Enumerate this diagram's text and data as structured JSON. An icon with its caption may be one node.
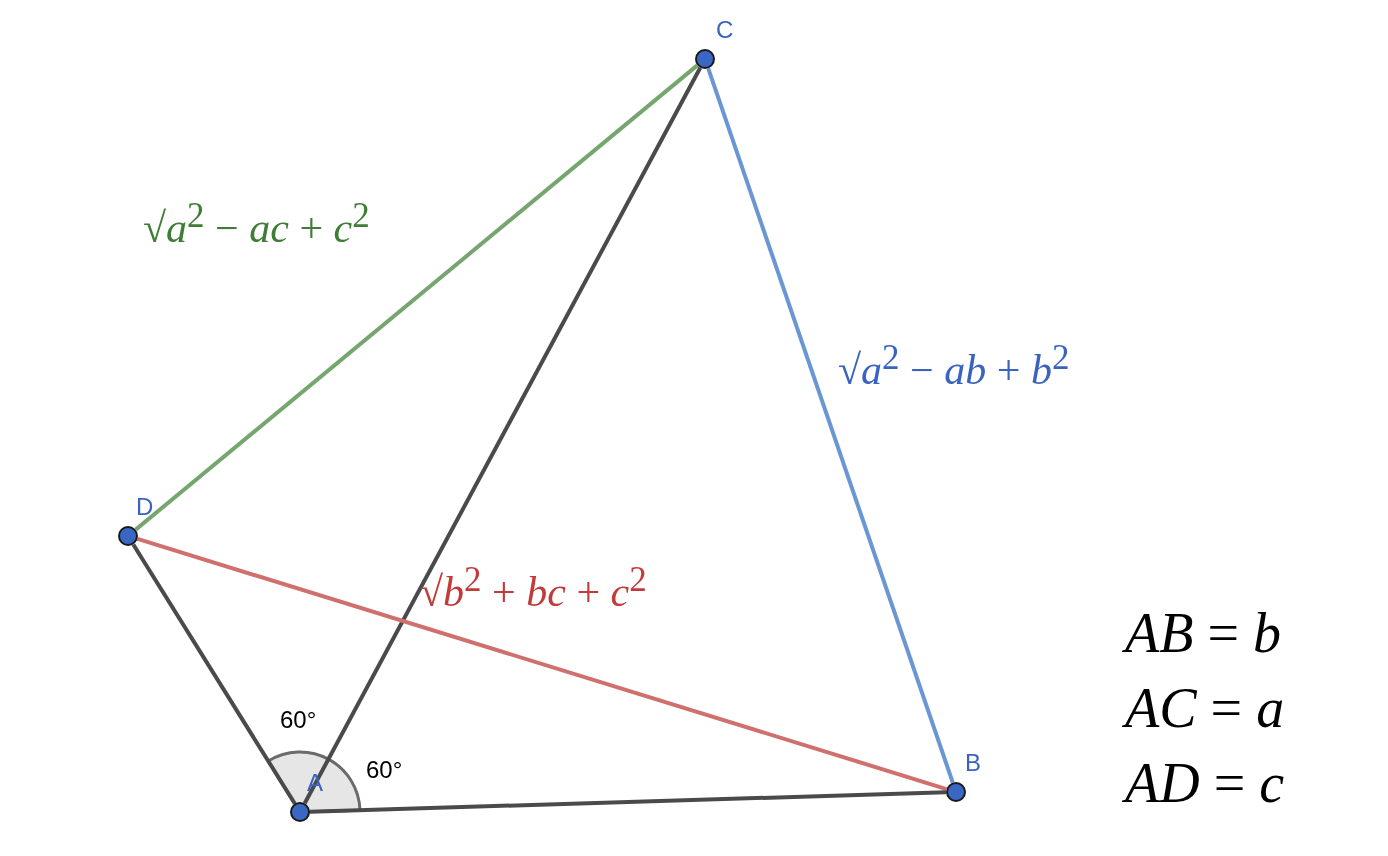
{
  "diagram": {
    "nodes": [
      {
        "text": [
          "C"
        ]
      },
      {
        "text": [
          "D"
        ]
      },
      {
        "text": [
          "A"
        ]
      },
      {
        "text": [
          "B"
        ]
      }
    ],
    "edges": [
      {
        "from": 0,
        "to": 1,
        "arrow": "none",
        "label": "√*a*$^{2}$ − *ac* + *c*$^{2}$",
        "color": "#76a56f"
      },
      {
        "from": 0,
        "to": 2,
        "arrow": "none"
      },
      {
        "from": 0,
        "to": 3,
        "arrow": "none",
        "label": "√*a*$^{2}$ − *ab* + *b*$^{2}$",
        "color": "#6a96d4"
      },
      {
        "from": 1,
        "to": 2,
        "arrow": "none"
      },
      {
        "from": 1,
        "to": 3,
        "arrow": "none",
        "label": "√*b*$^{2}$ + *bc* + *c*$^{2}$",
        "color": "#d0706e"
      },
      {
        "from": 2,
        "to": 3,
        "arrow": "none"
      }
    ],
    "labels": [
      "60°",
      "60°",
      "*AB* = *b*",
      "*AC* = *a*",
      "*AD* = *c*"
    ]
  }
}
